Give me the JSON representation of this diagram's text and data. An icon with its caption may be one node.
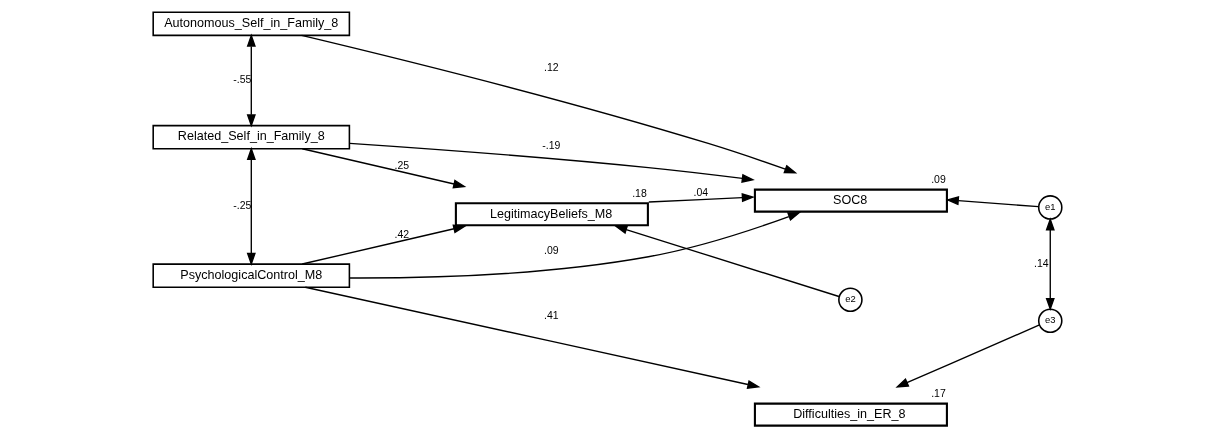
{
  "diagram": {
    "nodes": [
      {
        "text": [
          "SOC8"
        ],
        "beside": [
          ".09"
        ]
      },
      {
        "text": [
          "e1"
        ]
      },
      {
        "text": [
          "Autonomous_Self_in_Family_8"
        ]
      },
      {
        "text": [
          "LegitimacyBeliefs_M8"
        ],
        "beside": [
          ".18"
        ]
      },
      {
        "text": [
          "Related_Self_in_Family_8"
        ]
      },
      {
        "text": [
          "e2"
        ]
      },
      {
        "text": [
          "PsychologicalControl_M8"
        ]
      },
      {
        "text": [
          "Difficulties_in_ER_8"
        ],
        "beside": [
          ".17"
        ]
      },
      {
        "text": [
          "e3"
        ]
      }
    ],
    "edges": [
      {
        "from": 2,
        "to": 0,
        "arrow": "to",
        "label": ".12"
      },
      {
        "from": 4,
        "to": 0,
        "arrow": "to",
        "label": "-.19"
      },
      {
        "from": 6,
        "to": 0,
        "arrow": "to",
        "label": ".09"
      },
      {
        "from": 3,
        "to": 0,
        "arrow": "to",
        "label": ".04"
      },
      {
        "from": 1,
        "to": 0,
        "arrow": "to"
      },
      {
        "from": 2,
        "to": 4,
        "arrow": "both",
        "label": "-.55"
      },
      {
        "from": 4,
        "to": 6,
        "arrow": "both",
        "label": "-.25"
      },
      {
        "from": 4,
        "to": 3,
        "arrow": "to",
        "label": ".25"
      },
      {
        "from": 6,
        "to": 3,
        "arrow": "to",
        "label": ".42"
      },
      {
        "from": 5,
        "to": 3,
        "arrow": "to"
      },
      {
        "from": 6,
        "to": 7,
        "arrow": "to",
        "label": ".41"
      },
      {
        "from": 8,
        "to": 7,
        "arrow": "to"
      },
      {
        "from": 1,
        "to": 8,
        "arrow": "both",
        "label": ".14"
      }
    ]
  }
}
